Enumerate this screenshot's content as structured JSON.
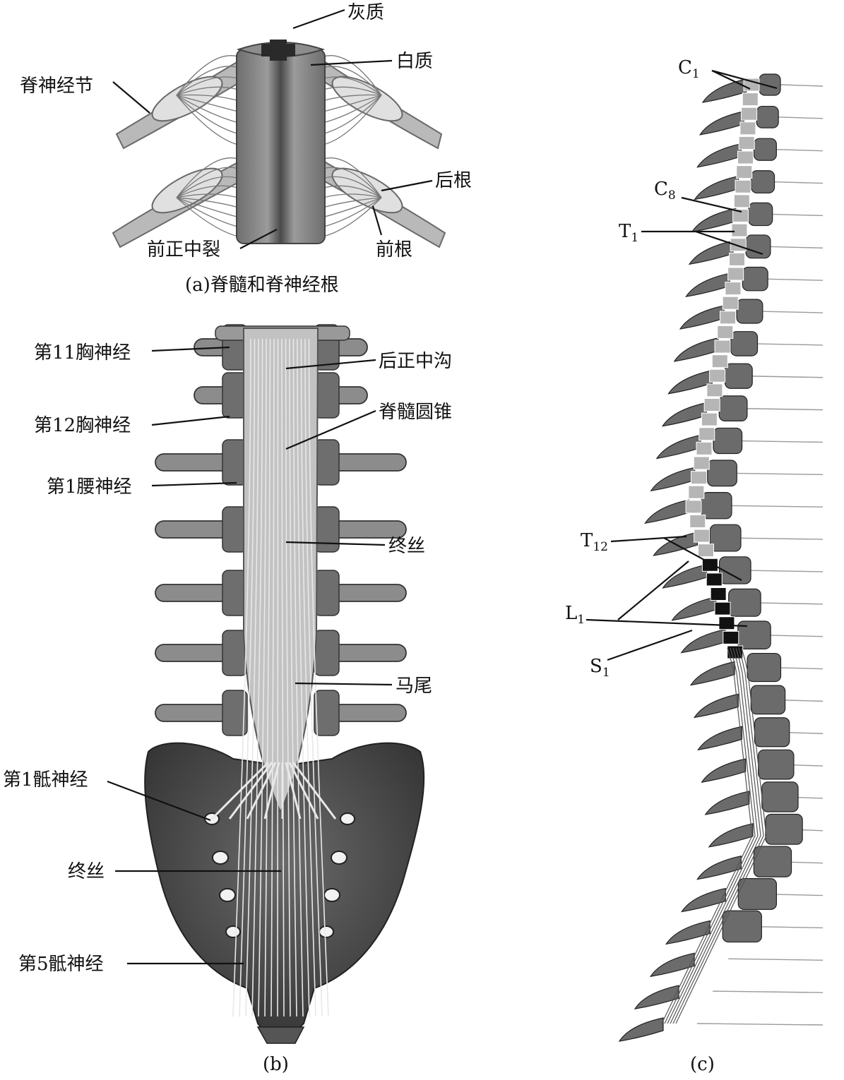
{
  "panel_a": {
    "caption": "(a)脊髓和脊神经根",
    "labels": {
      "gray_matter": "灰质",
      "white_matter": "白质",
      "spinal_ganglion": "脊神经节",
      "posterior_root": "后根",
      "anterior_root": "前根",
      "anterior_median_fissure": "前正中裂"
    }
  },
  "panel_b": {
    "caption": "(b)",
    "labels": {
      "thoracic_11": "第11胸神经",
      "thoracic_12": "第12胸神经",
      "lumbar_1": "第1腰神经",
      "sacral_1": "第1骶神经",
      "filum_lower": "终丝",
      "sacral_5": "第5骶神经",
      "posterior_median_sulcus": "后正中沟",
      "conus_medullaris": "脊髓圆锥",
      "filum_upper": "终丝",
      "cauda_equina": "马尾"
    }
  },
  "panel_c": {
    "caption": "(c)",
    "segments": [
      {
        "letter": "C",
        "sub": "1"
      },
      {
        "letter": "C",
        "sub": "8"
      },
      {
        "letter": "T",
        "sub": "1"
      },
      {
        "letter": "T",
        "sub": "12"
      },
      {
        "letter": "L",
        "sub": "1"
      },
      {
        "letter": "S",
        "sub": "1"
      }
    ]
  },
  "colors": {
    "ink": "#111111",
    "bone": "#6f6f6f",
    "bone_dark": "#3a3a3a",
    "cord": "#a9a9a9",
    "cord_dark": "#7a7a7a",
    "nerve": "#d9d9d9"
  }
}
